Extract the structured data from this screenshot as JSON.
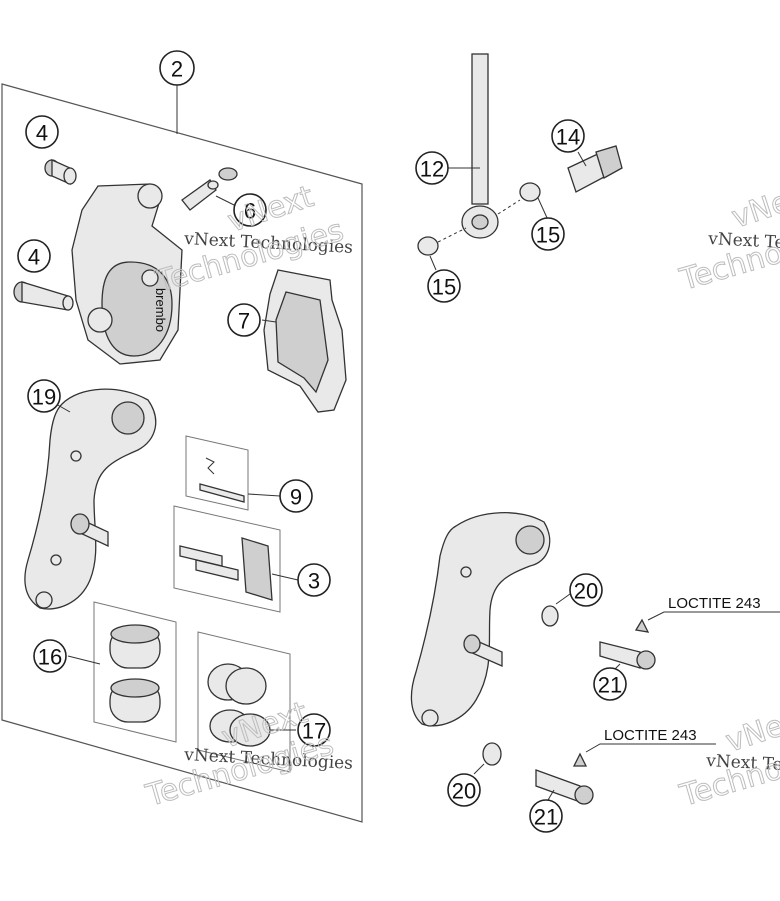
{
  "callouts": [
    {
      "id": "2",
      "label": "2"
    },
    {
      "id": "4a",
      "label": "4"
    },
    {
      "id": "4b",
      "label": "4"
    },
    {
      "id": "6",
      "label": "6"
    },
    {
      "id": "7",
      "label": "7"
    },
    {
      "id": "19",
      "label": "19"
    },
    {
      "id": "9",
      "label": "9"
    },
    {
      "id": "3",
      "label": "3"
    },
    {
      "id": "16",
      "label": "16"
    },
    {
      "id": "17",
      "label": "17"
    },
    {
      "id": "12",
      "label": "12"
    },
    {
      "id": "14",
      "label": "14"
    },
    {
      "id": "15a",
      "label": "15"
    },
    {
      "id": "15b",
      "label": "15"
    },
    {
      "id": "20a",
      "label": "20"
    },
    {
      "id": "20b",
      "label": "20"
    },
    {
      "id": "21a",
      "label": "21"
    },
    {
      "id": "21b",
      "label": "21"
    }
  ],
  "notes": {
    "loctite_upper": "LOCTITE 243",
    "loctite_lower": "LOCTITE 243"
  },
  "caliper_brand": "brembo",
  "watermark": {
    "company": "vNext Technologies",
    "vnext": "vNext",
    "technologies": "Technologies",
    "techno_partial": "Techno",
    "vnext_partial": "vNext Tec",
    "vne_partial": "vNe"
  }
}
